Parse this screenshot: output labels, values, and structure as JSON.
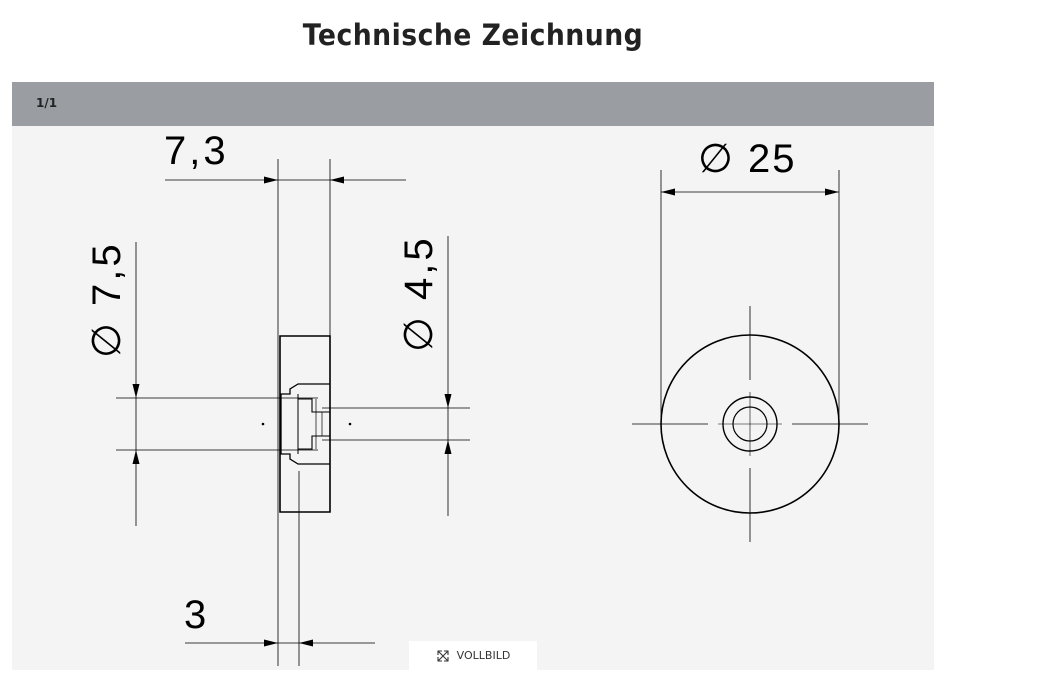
{
  "page_title": "Technische Zeichnung",
  "viewer": {
    "page_counter": "1/1",
    "fullscreen_label": "VOLLBILD",
    "fullscreen_icon": "expand-arrows-icon"
  },
  "drawing": {
    "dimensions": {
      "width_total": "7,3",
      "width_flange": "3",
      "diameter_outer_front": "∅ 25",
      "diameter_small_side": "∅ 7,5",
      "diameter_bore_side": "∅ 4,5"
    }
  }
}
